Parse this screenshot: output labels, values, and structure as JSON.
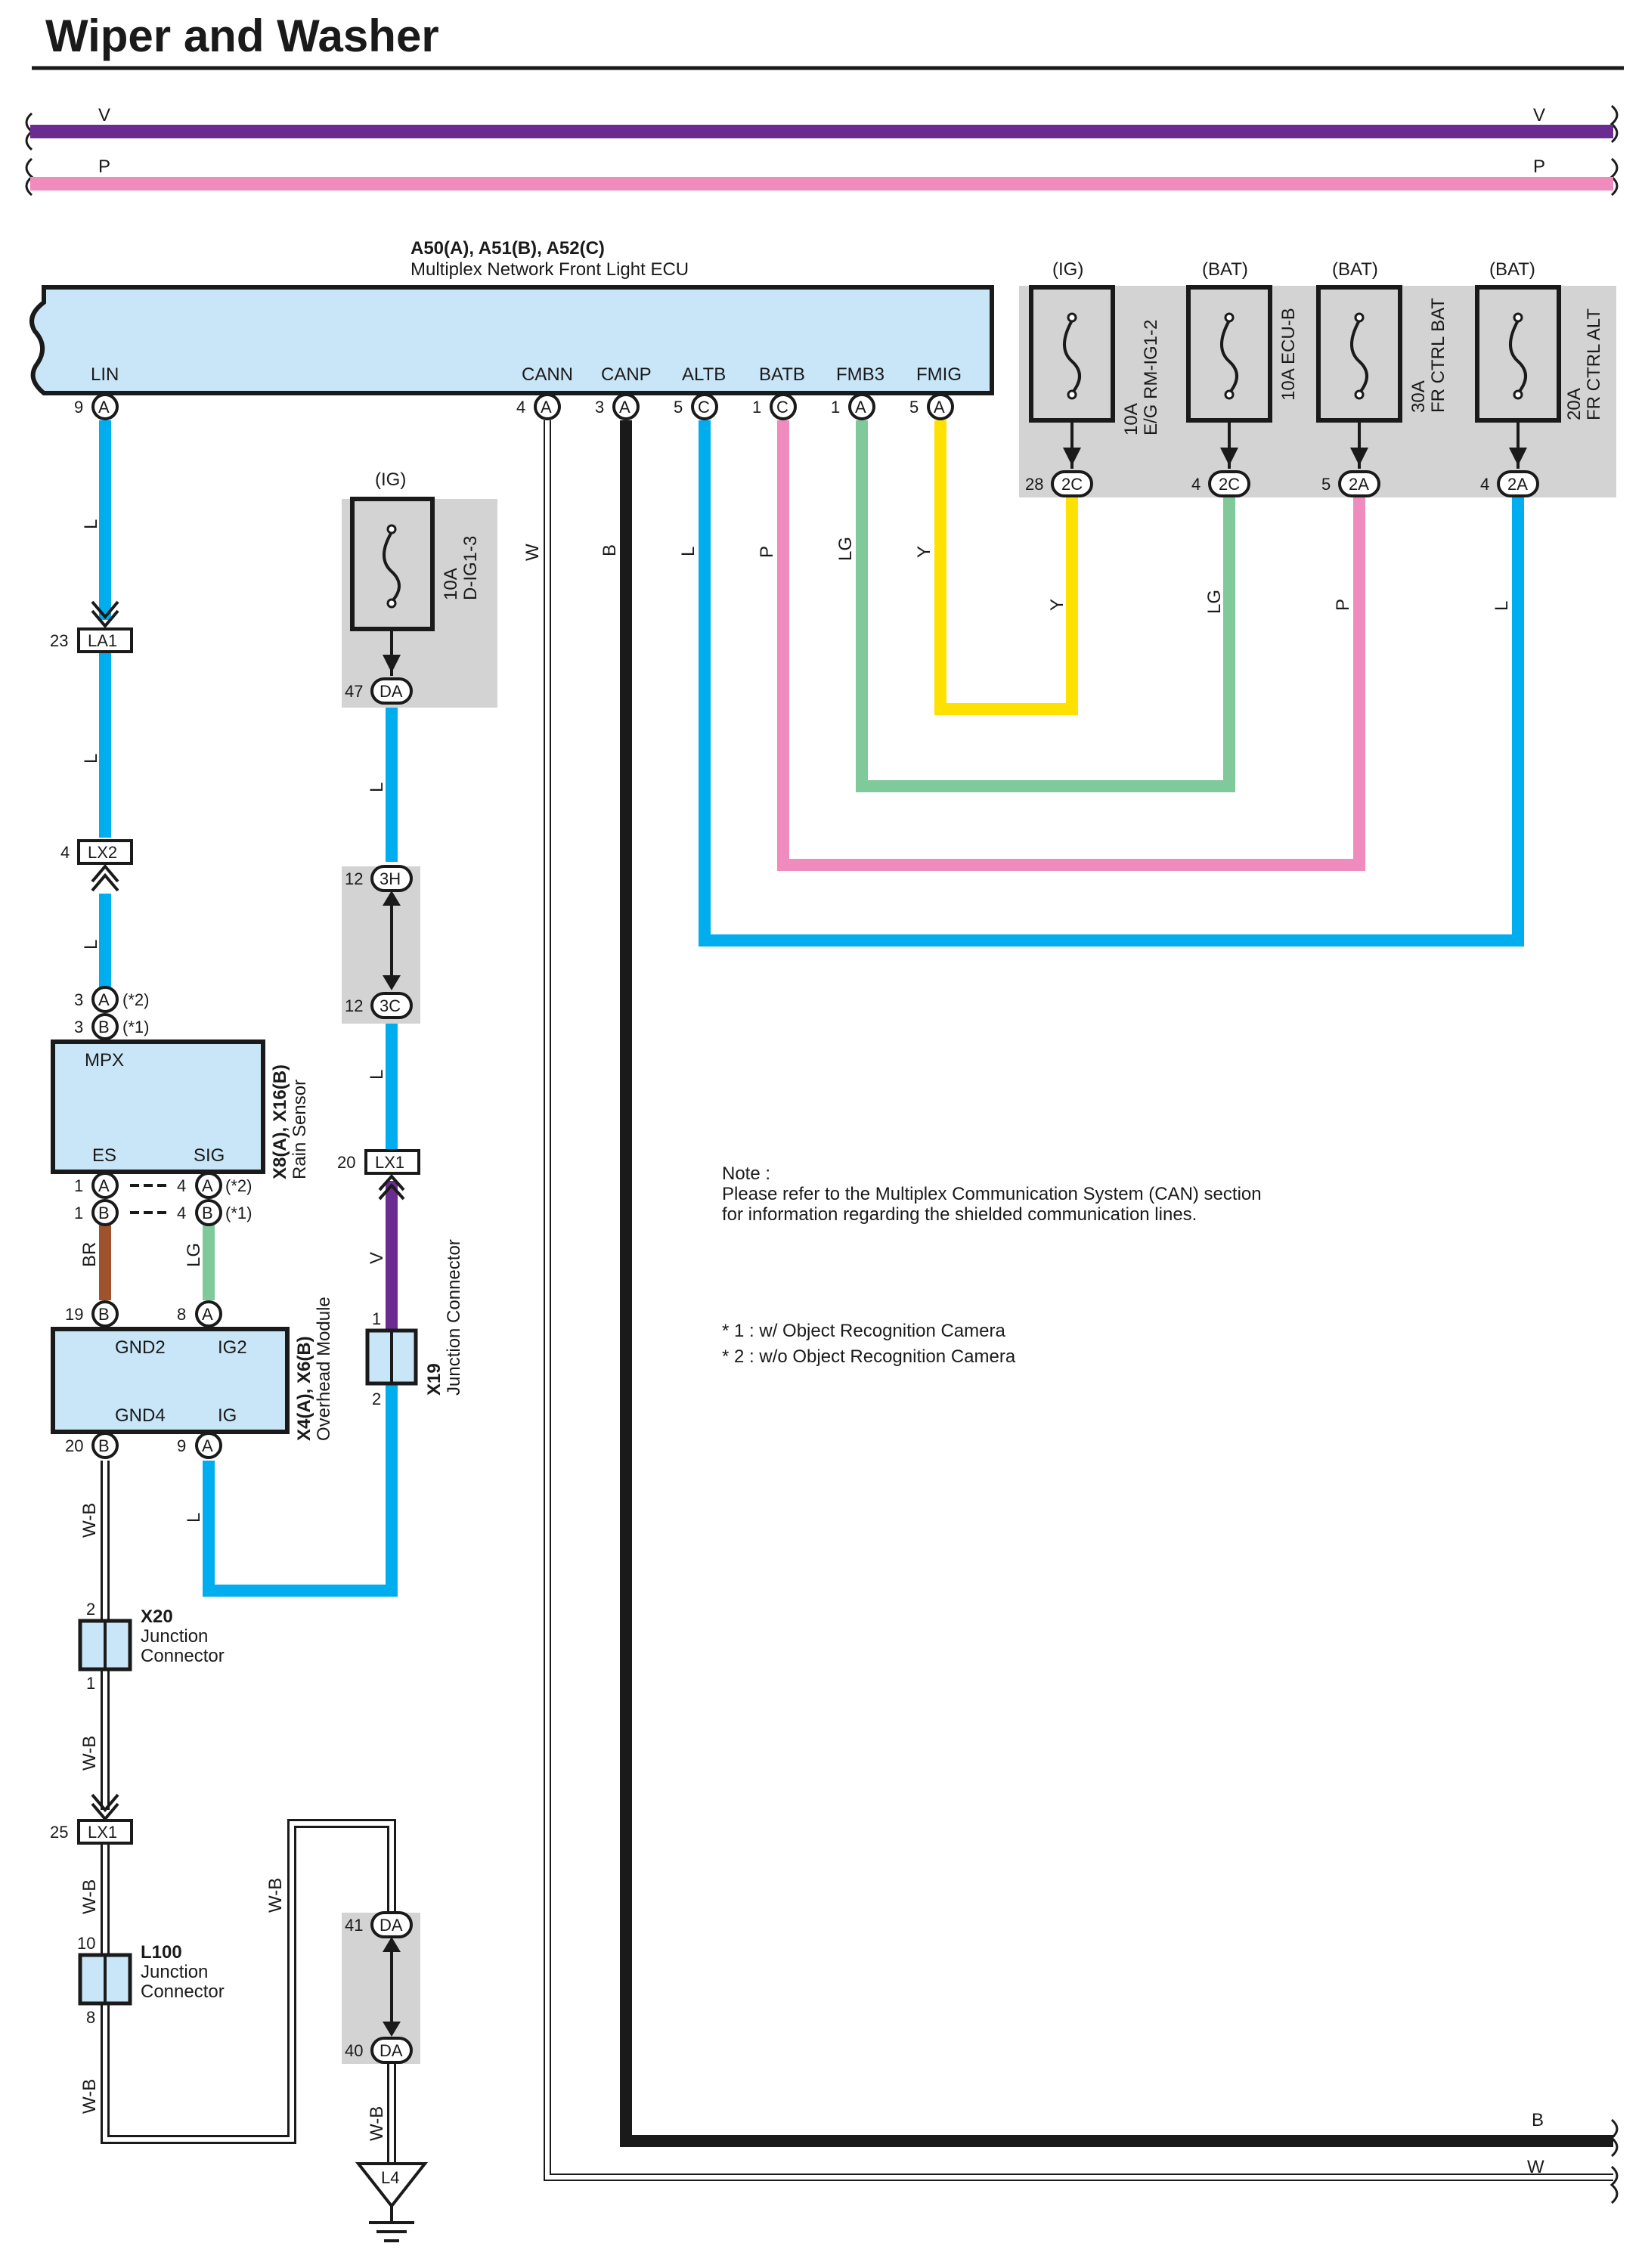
{
  "page": {
    "title": "Wiper and Washer"
  },
  "colors": {
    "V": "#6b2c91",
    "P": "#f08bbd",
    "L": "#00aeef",
    "Y": "#ffe100",
    "LG": "#7fc99a",
    "B": "#1a1a1a",
    "BR": "#a0522d",
    "W": "#9a9a9a",
    "ecu_fill": "#c8e6f7",
    "fuse_box": "#d3d3d3"
  },
  "bus": {
    "v_label": "V",
    "p_label": "P",
    "b_label": "B",
    "w_label": "W"
  },
  "ecu": {
    "title": "A50(A), A51(B), A52(C)",
    "name": "Multiplex Network Front Light ECU",
    "pins": [
      {
        "name": "LIN",
        "num": "9",
        "conn": "A"
      },
      {
        "name": "CANN",
        "num": "4",
        "conn": "A"
      },
      {
        "name": "CANP",
        "num": "3",
        "conn": "A"
      },
      {
        "name": "ALTB",
        "num": "5",
        "conn": "C"
      },
      {
        "name": "BATB",
        "num": "1",
        "conn": "C"
      },
      {
        "name": "FMB3",
        "num": "1",
        "conn": "A"
      },
      {
        "name": "FMIG",
        "num": "5",
        "conn": "A"
      }
    ]
  },
  "fuses": [
    {
      "supply": "(IG)",
      "line1": "10A",
      "line2": "E/G RM-IG1-2",
      "num": "28",
      "conn": "2C"
    },
    {
      "supply": "(BAT)",
      "line1": "10A ECU-B",
      "line2": "",
      "num": "4",
      "conn": "2C"
    },
    {
      "supply": "(BAT)",
      "line1": "30A",
      "line2": "FR CTRL BAT",
      "num": "5",
      "conn": "2A"
    },
    {
      "supply": "(BAT)",
      "line1": "20A",
      "line2": "FR CTRL ALT",
      "num": "4",
      "conn": "2A"
    }
  ],
  "fuse_dig": {
    "supply": "(IG)",
    "line1": "10A",
    "line2": "D-IG1-3",
    "num": "47",
    "conn": "DA"
  },
  "wire_labels": {
    "lin": "L",
    "cann": "W",
    "canp": "B",
    "altb": "L",
    "batb": "P",
    "fmb3": "LG",
    "fmig": "Y",
    "fuse1": "Y",
    "fuse2": "LG",
    "fuse3": "P",
    "fuse4": "L",
    "lin2": "L",
    "lin3": "L",
    "dig1": "L",
    "dig2": "L",
    "v": "V",
    "br": "BR",
    "lg": "LG",
    "ig": "L",
    "wb1": "W-B",
    "wb2": "W-B",
    "wb3": "W-B",
    "wb4": "W-B",
    "wb5": "W-B"
  },
  "connectors": {
    "la1": {
      "num": "23",
      "name": "LA1"
    },
    "lx2": {
      "num": "4",
      "name": "LX2"
    },
    "lx1_top": {
      "num": "20",
      "name": "LX1"
    },
    "lx1_bot": {
      "num": "25",
      "name": "LX1"
    },
    "c3h": {
      "num": "12",
      "name": "3H"
    },
    "c3c": {
      "num": "12",
      "name": "3C"
    },
    "da41": {
      "num": "41",
      "name": "DA"
    },
    "da40": {
      "num": "40",
      "name": "DA"
    },
    "ground": "L4"
  },
  "rain_sensor": {
    "title": "X8(A), X16(B)",
    "name": "Rain Sensor",
    "mpx": "MPX",
    "es": "ES",
    "sig": "SIG",
    "top_pins": [
      {
        "num": "3",
        "conn": "A",
        "note": "(*2)"
      },
      {
        "num": "3",
        "conn": "B",
        "note": "(*1)"
      }
    ],
    "es_pins": [
      {
        "num": "1",
        "conn": "A"
      },
      {
        "num": "1",
        "conn": "B"
      }
    ],
    "sig_pins": [
      {
        "num": "4",
        "conn": "A",
        "note": "(*2)"
      },
      {
        "num": "4",
        "conn": "B",
        "note": "(*1)"
      }
    ]
  },
  "overhead": {
    "title": "X4(A), X6(B)",
    "name": "Overhead Module",
    "gnd2": "GND2",
    "ig2": "IG2",
    "gnd4": "GND4",
    "ig": "IG",
    "pins": {
      "gnd2": {
        "num": "19",
        "conn": "B"
      },
      "ig2": {
        "num": "8",
        "conn": "A"
      },
      "gnd4": {
        "num": "20",
        "conn": "B"
      },
      "ig": {
        "num": "9",
        "conn": "A"
      }
    }
  },
  "x19": {
    "code": "X19",
    "name": "Junction Connector",
    "pin_top": "1",
    "pin_bot": "2"
  },
  "x20": {
    "code": "X20",
    "line1": "Junction",
    "line2": "Connector",
    "pin_top": "2",
    "pin_bot": "1"
  },
  "l100": {
    "code": "L100",
    "line1": "Junction",
    "line2": "Connector",
    "pin_top": "10",
    "pin_bot": "8"
  },
  "note": {
    "heading": "Note :",
    "line1": "Please refer to the Multiplex Communication System (CAN) section",
    "line2": "for information regarding the shielded communication lines."
  },
  "footnotes": [
    "* 1 : w/ Object Recognition Camera",
    "* 2 : w/o Object Recognition Camera"
  ]
}
